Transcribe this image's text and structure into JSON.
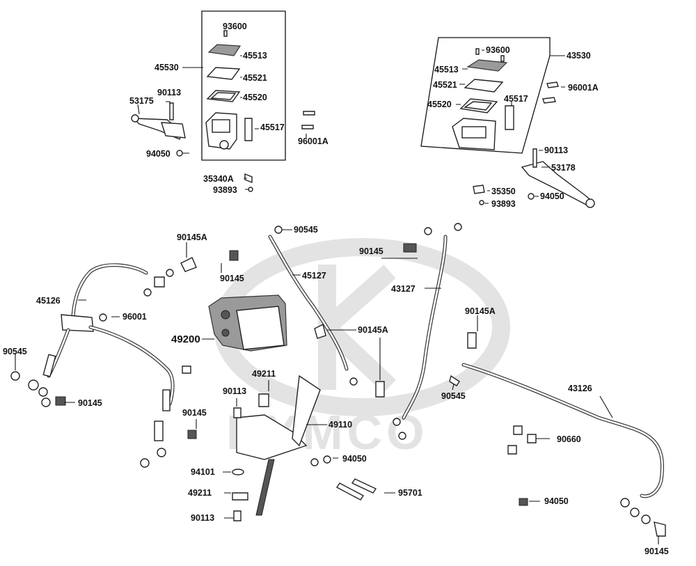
{
  "diagram": {
    "watermark": "KYMCO",
    "labels": [
      {
        "id": "93600-l",
        "text": "93600"
      },
      {
        "id": "45513-l",
        "text": "45513"
      },
      {
        "id": "45530",
        "text": "45530"
      },
      {
        "id": "45521-l",
        "text": "45521"
      },
      {
        "id": "45520-l",
        "text": "45520"
      },
      {
        "id": "90113-a",
        "text": "90113"
      },
      {
        "id": "53175",
        "text": "53175"
      },
      {
        "id": "45517-l",
        "text": "45517"
      },
      {
        "id": "96001A-l",
        "text": "96001A"
      },
      {
        "id": "94050-a",
        "text": "94050"
      },
      {
        "id": "35340A",
        "text": "35340A"
      },
      {
        "id": "93893-a",
        "text": "93893"
      },
      {
        "id": "93600-r",
        "text": "93600"
      },
      {
        "id": "43530",
        "text": "43530"
      },
      {
        "id": "45513-r",
        "text": "45513"
      },
      {
        "id": "45521-r",
        "text": "45521"
      },
      {
        "id": "96001A-r",
        "text": "96001A"
      },
      {
        "id": "45517-r",
        "text": "45517"
      },
      {
        "id": "45520-r",
        "text": "45520"
      },
      {
        "id": "90113-b",
        "text": "90113"
      },
      {
        "id": "53178",
        "text": "53178"
      },
      {
        "id": "35350",
        "text": "35350"
      },
      {
        "id": "94050-b",
        "text": "94050"
      },
      {
        "id": "93893-b",
        "text": "93893"
      },
      {
        "id": "90145A-a",
        "text": "90145A"
      },
      {
        "id": "90545-a",
        "text": "90545"
      },
      {
        "id": "90145-a",
        "text": "90145"
      },
      {
        "id": "45127",
        "text": "45127"
      },
      {
        "id": "90145-b",
        "text": "90145"
      },
      {
        "id": "43127",
        "text": "43127"
      },
      {
        "id": "45126",
        "text": "45126"
      },
      {
        "id": "96001",
        "text": "96001"
      },
      {
        "id": "49200",
        "text": "49200"
      },
      {
        "id": "90145A-b",
        "text": "90145A"
      },
      {
        "id": "90145A-c",
        "text": "90145A"
      },
      {
        "id": "90545-b",
        "text": "90545"
      },
      {
        "id": "49211-a",
        "text": "49211"
      },
      {
        "id": "90113-c",
        "text": "90113"
      },
      {
        "id": "90545-c",
        "text": "90545"
      },
      {
        "id": "43126",
        "text": "43126"
      },
      {
        "id": "90145-c",
        "text": "90145"
      },
      {
        "id": "49110",
        "text": "49110"
      },
      {
        "id": "90145-d",
        "text": "90145"
      },
      {
        "id": "90660",
        "text": "90660"
      },
      {
        "id": "94050-c",
        "text": "94050"
      },
      {
        "id": "94101",
        "text": "94101"
      },
      {
        "id": "95701",
        "text": "95701"
      },
      {
        "id": "49211-b",
        "text": "49211"
      },
      {
        "id": "94050-d",
        "text": "94050"
      },
      {
        "id": "90113-d",
        "text": "90113"
      },
      {
        "id": "90145-e",
        "text": "90145"
      }
    ]
  }
}
